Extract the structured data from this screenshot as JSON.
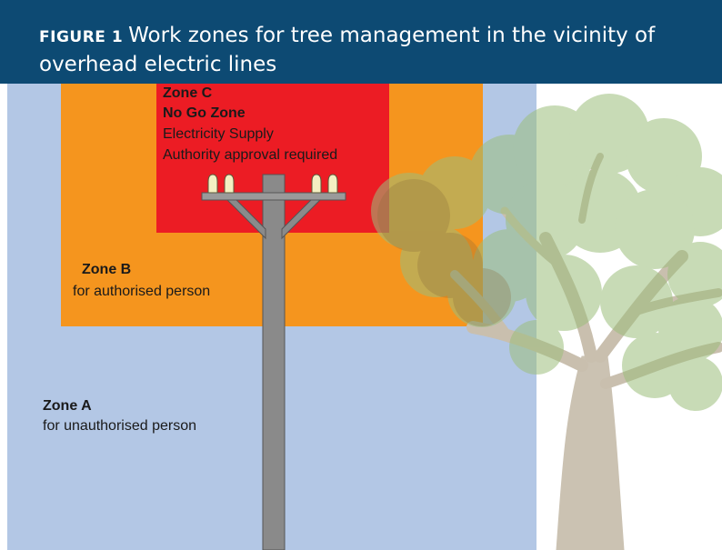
{
  "header": {
    "figure_label": "FIGURE 1",
    "title": "Work zones for tree management in the vicinity of overhead electric lines"
  },
  "zones": {
    "zone_c": {
      "name": "Zone C",
      "subtitle": "No Go Zone",
      "desc_1": "Electricity Supply",
      "desc_2": "Authority approval required"
    },
    "zone_b": {
      "name": "Zone B",
      "desc": "for authorised person"
    },
    "zone_a": {
      "name": "Zone A",
      "desc": "for unauthorised person"
    }
  },
  "colors": {
    "header": "#0d4a73",
    "zone_a": "#b3c7e5",
    "zone_b": "#f5951e",
    "zone_c": "#ec1c24",
    "pole": "#8a8a8a",
    "tree_trunk": "#cbc0b0",
    "tree_canopy": "#9cbe7c"
  }
}
